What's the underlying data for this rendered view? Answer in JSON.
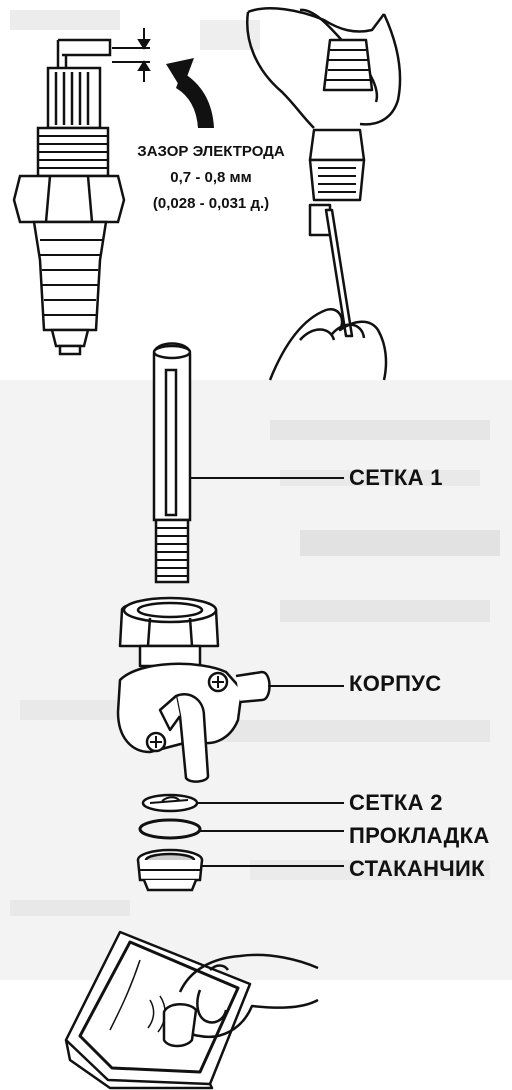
{
  "spark_plug_gap": {
    "title": "ЗАЗОР ЭЛЕКТРОДА",
    "metric": "0,7 - 0,8 мм",
    "imperial": "(0,028 - 0,031 д.)"
  },
  "parts": {
    "screen_1": "СЕТКА 1",
    "body": "КОРПУС",
    "screen_2": "СЕТКА 2",
    "gasket": "ПРОКЛАДКА",
    "cup": "СТАКАНЧИК"
  }
}
